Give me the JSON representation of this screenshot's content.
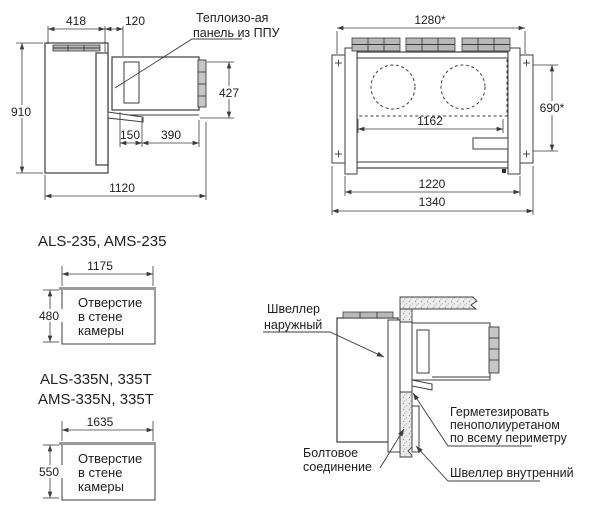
{
  "colors": {
    "line": "#3c3c3c",
    "text": "#1d1d1d",
    "gray_fill": "#b8b8b8",
    "wall_fill": "#ececec"
  },
  "side_view": {
    "insulation_label_line1": "Теплоизо-ая",
    "insulation_label_line2": "панель из ППУ",
    "dims": {
      "top_width": "418",
      "panel_offset": "120",
      "height": "910",
      "spout_height": "427",
      "depth1": "150",
      "depth2": "390",
      "total_length": "1120"
    }
  },
  "top_view": {
    "dims": {
      "mount_width": "1280*",
      "mount_height": "690*",
      "inner_width": "1162",
      "body_width": "1220",
      "total_width": "1340"
    }
  },
  "opening_235": {
    "heading": "ALS-235, AMS-235",
    "dims": {
      "width": "1175",
      "height": "480"
    },
    "label": {
      "line1": "Отверстие",
      "line2": "в стене",
      "line3": "камеры"
    }
  },
  "opening_335": {
    "heading_line1": "ALS-335N, 335T",
    "heading_line2": "AMS-335N, 335T",
    "dims": {
      "width": "1635",
      "height": "550"
    },
    "label": {
      "line1": "Отверстие",
      "line2": "в стене",
      "line3": "камеры"
    }
  },
  "mounting_detail": {
    "outer_channel_line1": "Швеллер",
    "outer_channel_line2": "наружный",
    "seal_line1": "Герметезировать",
    "seal_line2": "пенополиуретаном",
    "seal_line3": "по всему периметру",
    "bolt_line1": "Болтовое",
    "bolt_line2": "соединение",
    "inner_channel": "Швеллер внутренний"
  }
}
